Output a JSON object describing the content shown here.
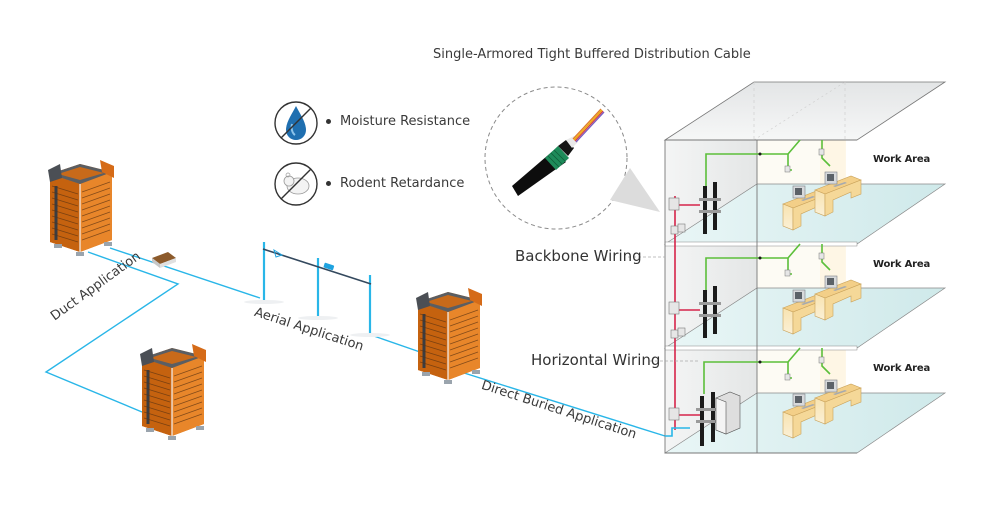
{
  "title": "Single-Armored Tight Buffered Distribution Cable",
  "features": [
    {
      "icon": "no-moisture-icon",
      "label": "Moisture Resistance"
    },
    {
      "icon": "no-rodent-icon",
      "label": "Rodent Retardance"
    }
  ],
  "applications": {
    "duct": "Duct Application",
    "aerial": "Aerial Application",
    "direct_buried": "Direct Buried Application"
  },
  "wiring": {
    "backbone": "Backbone Wiring",
    "horizontal": "Horizontal Wiring"
  },
  "floors": [
    {
      "label": "Work Area"
    },
    {
      "label": "Work Area"
    },
    {
      "label": "Work Area"
    }
  ],
  "colors": {
    "outdoor_cable": "#29b6e8",
    "backbone_cable": "#d6244a",
    "horizontal_cable": "#5cbf3a",
    "building_orange": "#e07a1f",
    "floor_tint": "#d5eeee",
    "desk": "#f7dca0"
  }
}
